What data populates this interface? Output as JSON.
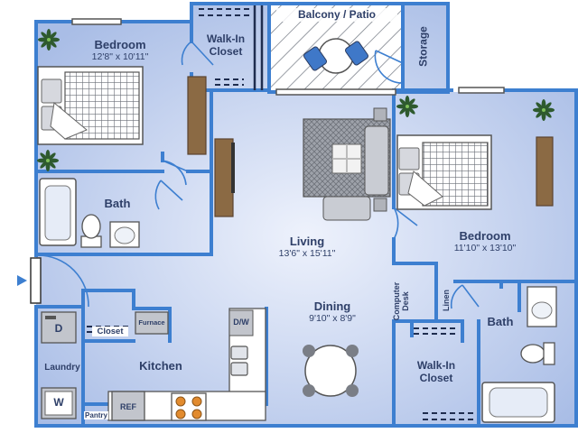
{
  "floorplan": {
    "colors": {
      "wall": "#3d7fd0",
      "floor_center": "#e9eefb",
      "floor_edge": "#a9bde6",
      "label": "#2e3f68",
      "furniture": "#8a8e97",
      "wood": "#8b6a44",
      "plant": "#2e5a2e"
    },
    "rooms": {
      "bedroom_1": {
        "name": "Bedroom",
        "dim": "12'8\" x 10'11\""
      },
      "walk_in_closet_1": {
        "name": "Walk-In Closet"
      },
      "balcony": {
        "name": "Balcony / Patio"
      },
      "storage": {
        "name": "Storage"
      },
      "bath_1": {
        "name": "Bath"
      },
      "living": {
        "name": "Living",
        "dim": "13'6\" x 15'11\""
      },
      "bedroom_2": {
        "name": "Bedroom",
        "dim": "11'10\" x 13'10\""
      },
      "dining": {
        "name": "Dining",
        "dim": "9'10\" x 8'9\""
      },
      "computer_desk": {
        "name": "Computer Desk"
      },
      "linen": {
        "name": "Linen"
      },
      "bath_2": {
        "name": "Bath"
      },
      "kitchen": {
        "name": "Kitchen"
      },
      "laundry": {
        "name": "Laundry"
      },
      "closet": {
        "name": "Closet"
      },
      "walk_in_closet_2": {
        "name": "Walk-In Closet"
      },
      "pantry": {
        "name": "Pantry"
      }
    },
    "appliances": {
      "dryer": "D",
      "washer": "W",
      "furnace": "Furnace",
      "dishwasher": "D/W",
      "refrigerator": "REF"
    },
    "icons": {
      "entry": "entry-arrow-icon",
      "plant": "plant-icon",
      "bed": "bed-icon",
      "sofa": "sofa-icon",
      "tub": "bathtub-icon",
      "toilet": "toilet-icon",
      "sink": "sink-icon",
      "dining_table": "dining-table-icon",
      "stove": "stove-icon"
    }
  }
}
